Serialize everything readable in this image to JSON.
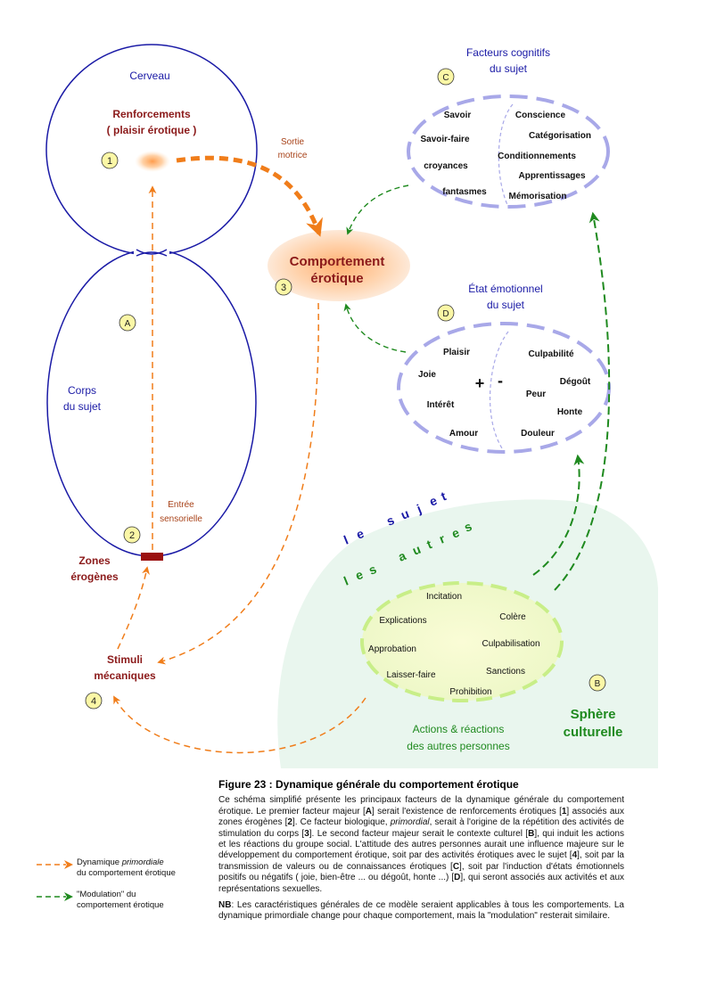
{
  "diagram": {
    "brain_label": "Cerveau",
    "reinforcements_label_1": "Renforcements",
    "reinforcements_label_2": "( plaisir érotique )",
    "body_label_1": "Corps",
    "body_label_2": "du sujet",
    "motor_output_1": "Sortie",
    "motor_output_2": "motrice",
    "sensory_input_1": "Entrée",
    "sensory_input_2": "sensorielle",
    "erogenous_1": "Zones",
    "erogenous_2": "érogènes",
    "stimuli_1": "Stimuli",
    "stimuli_2": "mécaniques",
    "behavior_1": "Comportement",
    "behavior_2": "érotique",
    "num_1": "1",
    "num_2": "2",
    "num_3": "3",
    "num_4": "4",
    "letter_a": "A",
    "letter_b": "B",
    "letter_c": "C",
    "letter_d": "D",
    "cognitive_title_1": "Facteurs cognitifs",
    "cognitive_title_2": "du sujet",
    "cognitive_items": [
      "Savoir",
      "Savoir-faire",
      "croyances",
      "fantasmes",
      "Conscience",
      "Catégorisation",
      "Conditionnements",
      "Apprentissages",
      "Mémorisation"
    ],
    "emotional_title_1": "État émotionnel",
    "emotional_title_2": "du sujet",
    "emotional_items": [
      "Plaisir",
      "Joie",
      "Intérêt",
      "Amour",
      "Culpabilité",
      "Dégoût",
      "Peur",
      "Honte",
      "Douleur"
    ],
    "plus_sign": "+",
    "minus_sign": "-",
    "le_sujet": [
      "l",
      "e",
      "s",
      "u",
      "j",
      "e",
      "t"
    ],
    "les_autres": [
      "l",
      "e",
      "s",
      "a",
      "u",
      "t",
      "r",
      "e",
      "s"
    ],
    "actions_items": [
      "Incitation",
      "Explications",
      "Colère",
      "Approbation",
      "Culpabilisation",
      "Laisser-faire",
      "Sanctions",
      "Prohibition"
    ],
    "actions_title_1": "Actions & réactions",
    "actions_title_2": "des autres personnes",
    "sphere_1": "Sphère",
    "sphere_2": "culturelle",
    "colors": {
      "blue": "#1a1aa6",
      "darkred": "#8b1a1a",
      "orange": "#f07d1a",
      "green": "#1f8a1f",
      "lavender": "#a8a8e8",
      "lightgreen": "#c8ee88",
      "sphere": "#e8f6ee",
      "badge": "#fbf7a6"
    }
  },
  "caption": {
    "title": "Figure 23 : Dynamique générale du comportement érotique",
    "p1_a": "Ce schéma simplifié présente les principaux facteurs de la dynamique générale du comportement érotique. Le premier facteur majeur [",
    "p1_b": "A",
    "p1_c": "] serait l'existence de renforcements érotiques [",
    "p1_d": "1",
    "p1_e": "] associés aux zones érogènes [",
    "p1_f": "2",
    "p1_g": "]. Ce facteur biologique, ",
    "p1_h": "primordial",
    "p1_i": ", serait à l'origine de la répétition des activités de stimulation du corps [",
    "p1_j": "3",
    "p1_k": "]. Le second facteur majeur serait le contexte culturel [",
    "p1_l": "B",
    "p1_m": "], qui induit les actions et les réactions du groupe social. L'attitude des autres personnes aurait une influence majeure sur le développement du comportement érotique, soit par des activités érotiques avec le sujet [",
    "p1_n": "4",
    "p1_o": "], soit par la transmission de valeurs ou de connaissances érotiques [",
    "p1_p": "C",
    "p1_q": "], soit par l'induction d'états émotionnels positifs ou négatifs ( joie, bien-être ... ou dégoût, honte ...) [",
    "p1_r": "D",
    "p1_s": "], qui seront associés aux activités et aux représentations sexuelles.",
    "nb_label": "NB",
    "nb_text": ": Les caractéristiques générales de ce modèle seraient applicables à tous les comportements. La dynamique primordiale change pour chaque comportement, mais la \"modulation\" resterait similaire."
  },
  "legend": {
    "orange_a": "Dynamique ",
    "orange_b": "primordiale",
    "orange_c": "du comportement érotique",
    "green_a": "\"Modulation\" du",
    "green_b": "comportement érotique"
  }
}
